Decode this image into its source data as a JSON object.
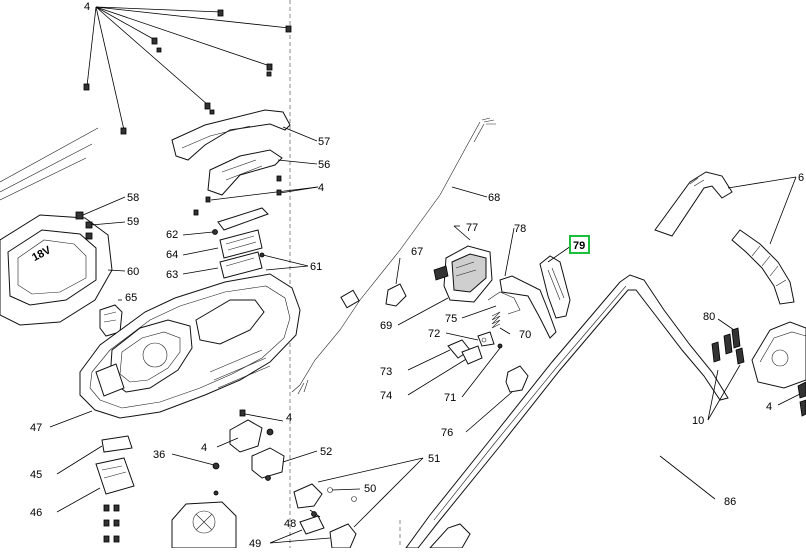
{
  "diagram": {
    "labels": {
      "l4a": "4",
      "l57": "57",
      "l56": "56",
      "l4b": "4",
      "l58": "58",
      "l59": "59",
      "l60": "60",
      "l65": "65",
      "l62": "62",
      "l64": "64",
      "l63": "63",
      "l61": "61",
      "l47": "47",
      "l45": "45",
      "l46": "46",
      "l4c": "4",
      "l4d": "4",
      "l36": "36",
      "l52": "52",
      "l51": "51",
      "l50": "50",
      "l48": "48",
      "l49": "49",
      "l68": "68",
      "l77": "77",
      "l67": "67",
      "l78": "78",
      "l79": "79",
      "l69": "69",
      "l75": "75",
      "l72": "72",
      "l70": "70",
      "l73": "73",
      "l74": "74",
      "l71": "71",
      "l76": "76",
      "l86": "86",
      "l6": "6",
      "l80": "80",
      "l10": "10",
      "l4e": "4",
      "lcut": "48"
    },
    "battery_text": "18V",
    "highlighted_label": "79"
  }
}
